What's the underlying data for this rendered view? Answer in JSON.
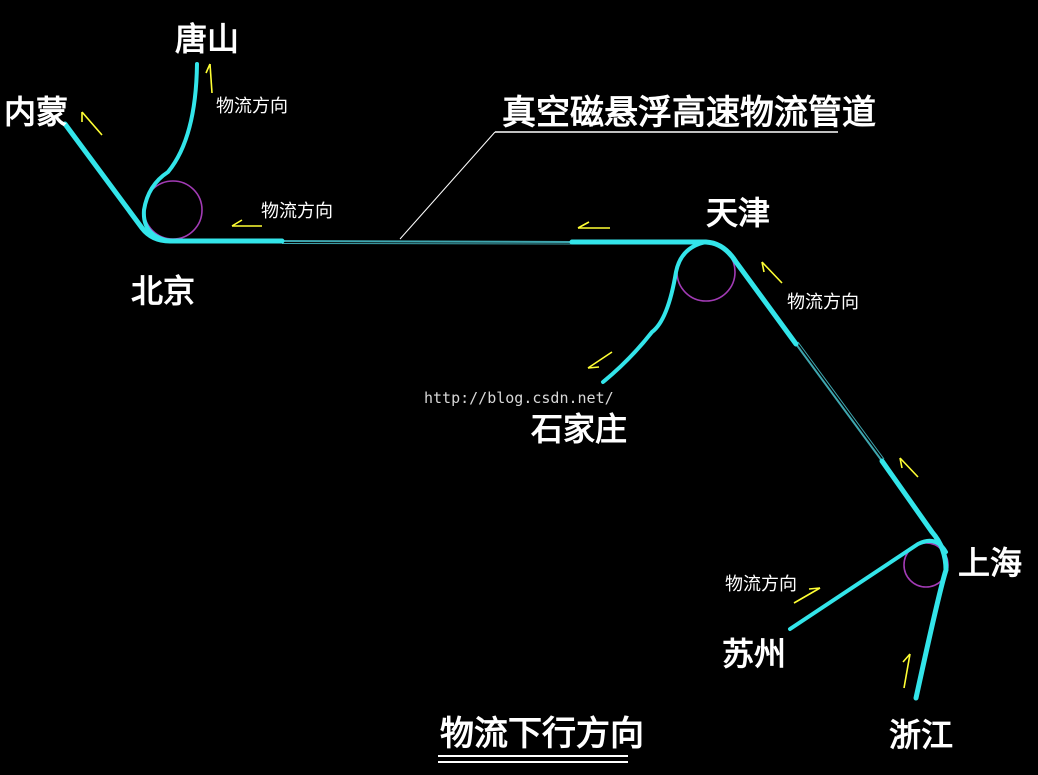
{
  "diagram": {
    "title": "真空磁悬浮高速物流管道",
    "footer_title": "物流下行方向",
    "watermark": "http://blog.csdn.net/",
    "cities": {
      "tangshan": "唐山",
      "neimeng": "内蒙",
      "beijing": "北京",
      "tianjin": "天津",
      "shijiazhuang": "石家庄",
      "shanghai": "上海",
      "suzhou": "苏州",
      "zhejiang": "浙江"
    },
    "direction_labels": {
      "tangshan": "物流方向",
      "beijing": "物流方向",
      "tianjin": "物流方向",
      "suzhou": "物流方向"
    },
    "colors": {
      "background": "#000000",
      "pipe": "#33e5ea",
      "pipe_thin": "#3fa7b0",
      "loop": "#a23bb5",
      "arrow": "#ffff33",
      "text": "#ffffff"
    }
  }
}
